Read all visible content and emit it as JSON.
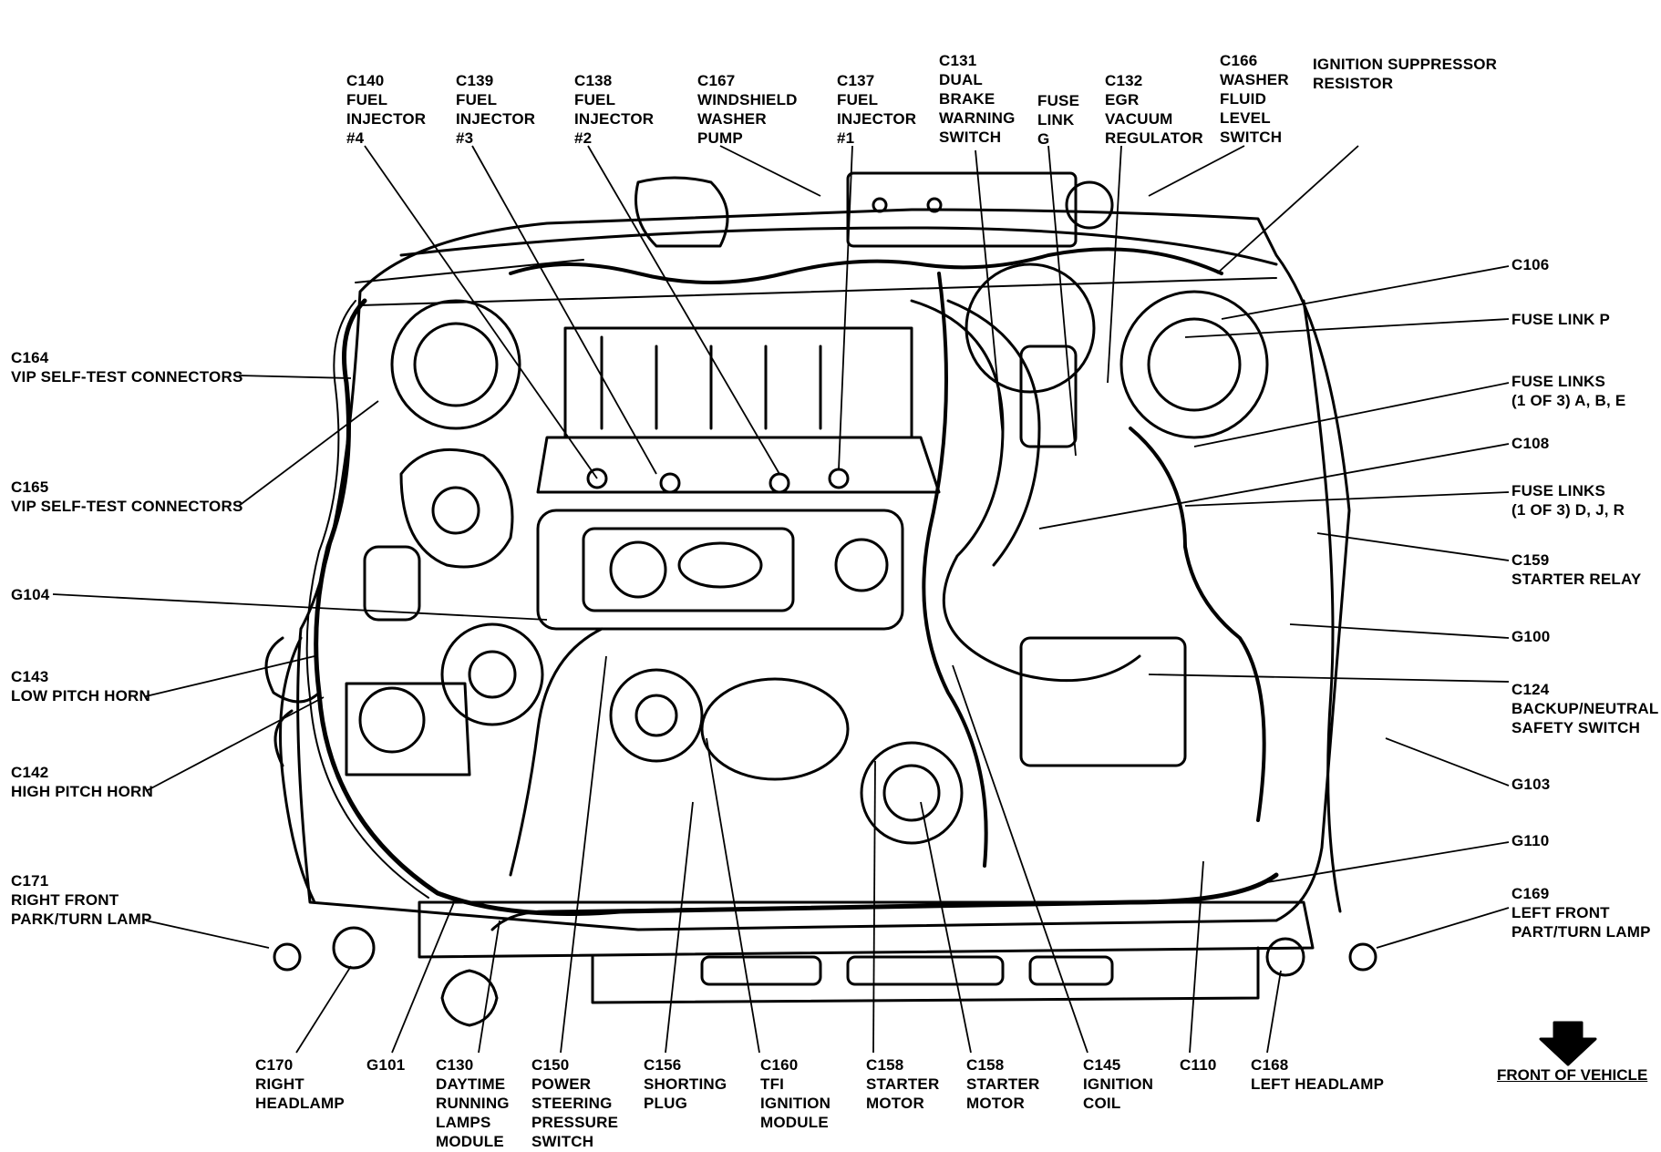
{
  "labels": {
    "c140": "C140\nFUEL\nINJECTOR\n#4",
    "c139": "C139\nFUEL\nINJECTOR\n#3",
    "c138": "C138\nFUEL\nINJECTOR\n#2",
    "c167": "C167\nWINDSHIELD\nWASHER\nPUMP",
    "c137": "C137\nFUEL\nINJECTOR\n#1",
    "c131": "C131\nDUAL\nBRAKE\nWARNING\nSWITCH",
    "fuse_g": "FUSE\nLINK\nG",
    "c132": "C132\nEGR\nVACUUM\nREGULATOR",
    "c166": "C166\nWASHER\nFLUID\nLEVEL\nSWITCH",
    "ign_sup": "IGNITION SUPPRESSOR\nRESISTOR",
    "c106": "C106",
    "fuse_p": "FUSE LINK P",
    "fuse_abe": "FUSE LINKS\n(1 OF 3) A, B, E",
    "c108": "C108",
    "fuse_djr": "FUSE LINKS\n(1 OF 3) D, J, R",
    "c159": "C159\nSTARTER RELAY",
    "g100": "G100",
    "c124": "C124\nBACKUP/NEUTRAL\nSAFETY SWITCH",
    "g103": "G103",
    "g110": "G110",
    "c169": "C169\nLEFT FRONT\nPART/TURN LAMP",
    "c164": "C164\nVIP SELF-TEST CONNECTORS",
    "c165": "C165\nVIP SELF-TEST CONNECTORS",
    "g104": "G104",
    "c143": "C143\nLOW PITCH HORN",
    "c142": "C142\nHIGH PITCH HORN",
    "c171": "C171\nRIGHT FRONT\nPARK/TURN LAMP",
    "c170": "C170\nRIGHT\nHEADLAMP",
    "g101": "G101",
    "c130": "C130\nDAYTIME\nRUNNING\nLAMPS\nMODULE",
    "c150": "C150\nPOWER\nSTEERING\nPRESSURE\nSWITCH",
    "c156": "C156\nSHORTING\nPLUG",
    "c160": "C160\nTFI\nIGNITION\nMODULE",
    "c158a": "C158\nSTARTER\nMOTOR",
    "c158b": "C158\nSTARTER\nMOTOR",
    "c145": "C145\nIGNITION\nCOIL",
    "c110": "C110",
    "c168": "C168\nLEFT HEADLAMP"
  },
  "front_of_vehicle": "FRONT OF VEHICLE"
}
